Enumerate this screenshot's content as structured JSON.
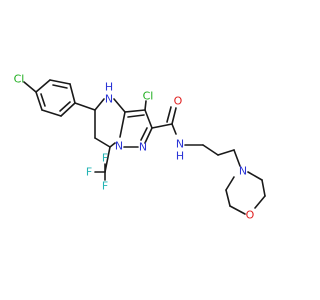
{
  "colors": {
    "bond": "#1a1a1a",
    "carbon": "#1a1a1a",
    "nitrogen": "#2b35d6",
    "oxygen": "#e02020",
    "chlorine": "#1fae1f",
    "fluorine": "#23b4b4",
    "background": "#ffffff"
  },
  "atoms": {
    "cl_phenyl": "Cl",
    "cl_pyrazole": "Cl",
    "nh_ring": "N",
    "nh_ring_h": "H",
    "n_ring_junction": "N",
    "n_pyrazole": "N",
    "o_carbonyl": "O",
    "n_amide": "N",
    "n_amide_h": "H",
    "n_morpholine": "N",
    "o_morpholine": "O",
    "f_top": "F",
    "f_left": "F",
    "f_bottom": "F"
  }
}
